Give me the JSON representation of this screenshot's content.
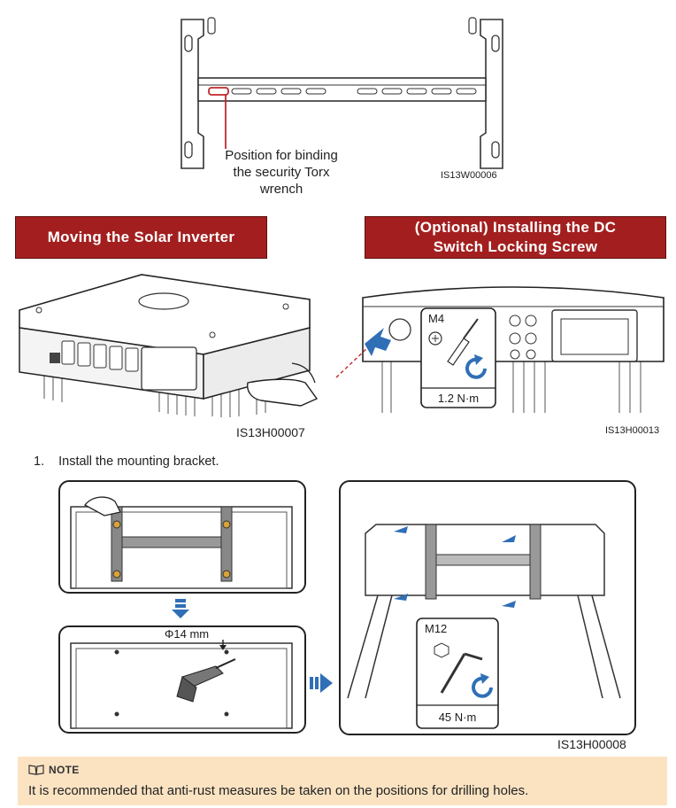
{
  "bracket_figure": {
    "callout_lines": [
      "Position for binding",
      "the security Torx",
      "wrench"
    ],
    "figure_id": "IS13W00006"
  },
  "sections": {
    "moving": {
      "title": "Moving the Solar Inverter",
      "figure_id": "IS13H00007"
    },
    "optional": {
      "title_line1": "(Optional) Installing the DC",
      "title_line2": "Switch Locking Screw",
      "screw": "M4",
      "torque": "1.2 N·m",
      "figure_id": "IS13H00013"
    }
  },
  "step1": {
    "number": "1.",
    "text": "Install the mounting bracket.",
    "drill_diameter": "Φ14 mm",
    "bolt": "M12",
    "torque": "45 N·m",
    "figure_id": "IS13H00008"
  },
  "note": {
    "icon": "book-icon",
    "label": "NOTE",
    "text": "It is recommended that anti-rust measures be taken on the positions for drilling holes."
  },
  "colors": {
    "banner": "#a31f1f",
    "note_bg": "#fbe3c2",
    "arrow_blue": "#2f6fb6",
    "callout_red": "#c0282d"
  }
}
